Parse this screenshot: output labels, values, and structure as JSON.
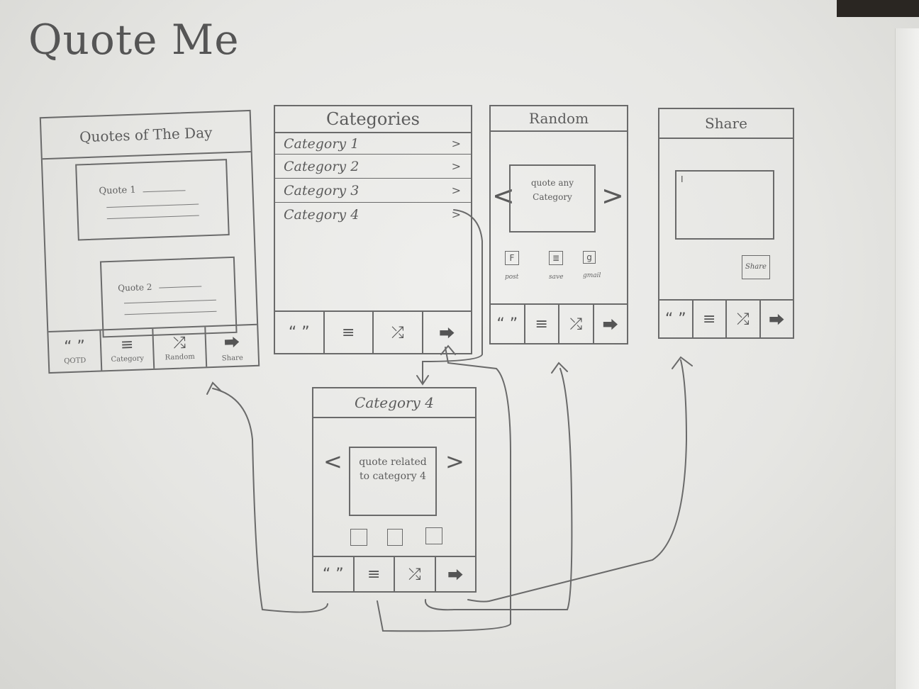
{
  "title": "Quote Me",
  "screens": {
    "qotd": {
      "header": "Quotes of The Day",
      "quote1": "Quote 1",
      "quote2": "Quote 2",
      "nav": [
        {
          "icon": "“ ”",
          "label": "QOTD"
        },
        {
          "icon": "≡",
          "label": "Category"
        },
        {
          "icon": "⤮",
          "label": "Random"
        },
        {
          "icon": "⮕",
          "label": "Share"
        }
      ]
    },
    "categories": {
      "header": "Categories",
      "items": [
        "Category 1",
        "Category 2",
        "Category 3",
        "Category 4"
      ],
      "chevron": ">"
    },
    "random": {
      "header": "Random",
      "quote": "quote any Category",
      "prev": "<",
      "next": ">",
      "actions": [
        {
          "icon": "F",
          "label": "post"
        },
        {
          "icon": "≣",
          "label": "save"
        },
        {
          "icon": "g",
          "label": "gmail"
        }
      ]
    },
    "share": {
      "header": "Share",
      "cursor": "I",
      "button": "Share"
    },
    "category4": {
      "header": "Category 4",
      "quote": "quote related to category 4",
      "prev": "<",
      "next": ">"
    }
  },
  "colors": {
    "ink": "#5a5a5a",
    "paper": "#ececea"
  }
}
